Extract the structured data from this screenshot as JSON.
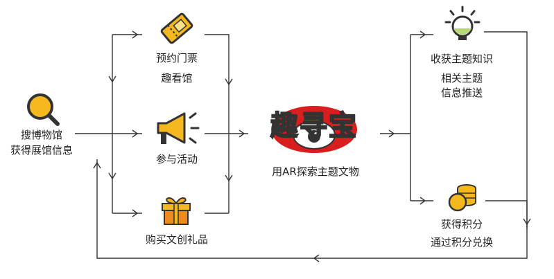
{
  "nodes": {
    "search": {
      "line1": "搜博物馆",
      "line2": "获得展馆信息"
    },
    "ticket": {
      "line1": "预约门票",
      "line2": "趣看馆"
    },
    "activity": {
      "line1": "参与活动"
    },
    "gift": {
      "line1": "购买文创礼品"
    },
    "center": {
      "logo_text": "趣寻宝",
      "caption": "用AR探索主题文物"
    },
    "knowledge": {
      "line1": "收获主题知识",
      "line2": "相关主题",
      "line3": "信息推送"
    },
    "points": {
      "line1": "获得积分",
      "line2": "通过积分兑换"
    }
  },
  "colors": {
    "accent": "#f6b81f",
    "line": "#333333",
    "logo_red": "#d81e1e",
    "logo_text": "#f7c321",
    "gift_orange": "#f08a1c"
  }
}
